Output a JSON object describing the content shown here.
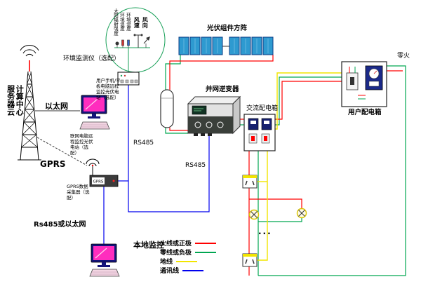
{
  "labels": {
    "server_center": "服务器云计算中心",
    "ethernet": "以太网",
    "user_mobile_note": "用户手机/平板电脑远程监控光伏电站（选配）",
    "networked_pc_note": "联网电脑远程监控光伏电站（选配）",
    "gprs": "GPRS",
    "gprs_collector_note": "GPRS数据采集器（选配）",
    "rs485_or_ethernet": "Rs485或以太网",
    "local_monitor": "本地监控",
    "env_monitor": "环境监测仪（选配）",
    "pv_array": "光伏组件方阵",
    "inverter": "并网逆变器",
    "ac_box": "交流配电箱",
    "user_box": "用户配电箱",
    "neutral_live": "零火",
    "rs485_left": "RS485",
    "rs485_right": "RS485",
    "more_loads": "···"
  },
  "sensors": [
    "太阳辐射强度",
    "环境温度",
    "环境湿度",
    "风速",
    "风向"
  ],
  "legend": [
    {
      "label": "火线或正极",
      "color": "#ff0000"
    },
    {
      "label": "零线或负极",
      "color": "#00a651"
    },
    {
      "label": "地线",
      "color": "#f2e500"
    },
    {
      "label": "通讯线",
      "color": "#0000ee"
    }
  ],
  "colors": {
    "live": "#ff0000",
    "neutral": "#00a651",
    "ground": "#f2e500",
    "comm": "#0000ee",
    "pv_panel": "#2e9ad0",
    "screen": "#ff2dbe",
    "ellipse": "#18a058"
  }
}
